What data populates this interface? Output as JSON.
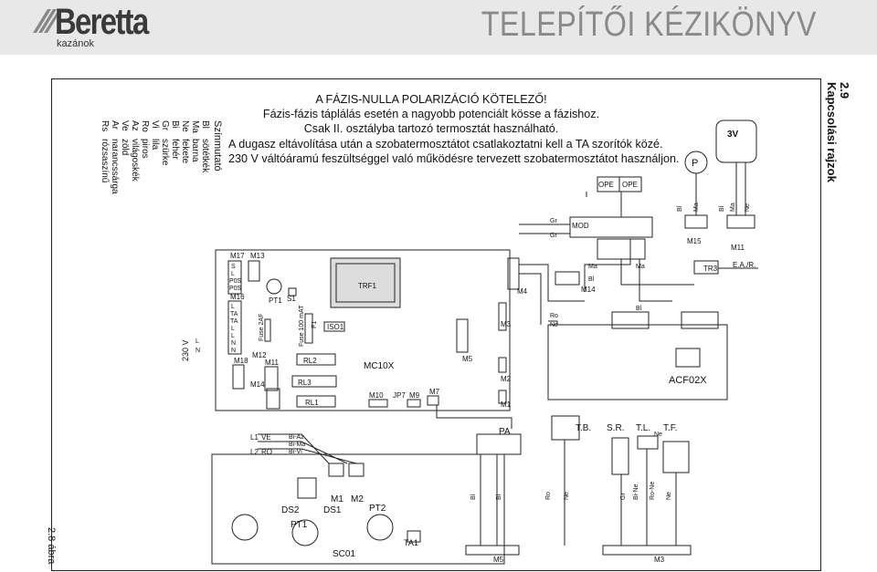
{
  "header": {
    "brand": "Beretta",
    "brand_sub": "kazánok",
    "manual_title": "TELEPÍTŐI KÉZIKÖNYV"
  },
  "section": {
    "number": "2.9",
    "title": "Kapcsolási rajzok"
  },
  "figure_label": "2.8 ábra",
  "legend": {
    "title": "Színmutató",
    "rows": [
      {
        "code": "Bl",
        "name": "sötétkék"
      },
      {
        "code": "Ma",
        "name": "barna"
      },
      {
        "code": "Ne",
        "name": "fekete"
      },
      {
        "code": "Bi",
        "name": "fehér"
      },
      {
        "code": "Gr",
        "name": "szürke"
      },
      {
        "code": "Vi",
        "name": "lila"
      },
      {
        "code": "Ro",
        "name": "piros"
      },
      {
        "code": "Az",
        "name": "világoskék"
      },
      {
        "code": "Ve",
        "name": "zöld"
      },
      {
        "code": "Ar",
        "name": "narancssárga"
      },
      {
        "code": "Rs",
        "name": "rózsaszínű"
      }
    ]
  },
  "warning": {
    "line1": "A FÁZIS-NULLA POLARIZÁCIÓ KÖTELEZŐ!",
    "line2": "Fázis-fázis táplálás esetén a nagyobb potenciált kösse a fázishoz.",
    "line3": "Csak II. osztályba tartozó termosztát használható.",
    "line4": "A dugasz eltávolítása után a szobatermosztátot csatlakoztatni kell a TA szorítók közé.",
    "line5": "230 V váltóáramú feszültséggel való működésre tervezett szobatermosztátot használjon."
  },
  "diagram": {
    "components": {
      "ope1": "OPE",
      "ope2": "OPE",
      "mod": "MOD",
      "p": "P",
      "v3": "3V",
      "m15": "M15",
      "m11": "M11",
      "m4": "M4",
      "m14": "M14",
      "m3": "M3",
      "tr3": "TR3",
      "ea": "E.A./R.",
      "trf1": "TRF1",
      "iso1": "ISO1",
      "mc10x": "MC10X",
      "rl1": "RL1",
      "rl2": "RL2",
      "rl3": "RL3",
      "m10": "M10",
      "jp7": "JP7",
      "m9": "M9",
      "m7": "M7",
      "m5": "M5",
      "m2": "M2",
      "m1": "M1",
      "m13": "M13",
      "m17": "M17",
      "m16": "M16",
      "m18": "M18",
      "m11b": "M11",
      "m12": "M12",
      "m14b": "M14",
      "pt1": "PT1",
      "s1": "S1",
      "fuse1": "Fuse 100 mAT",
      "f1": "F1",
      "fuse2": "Fuse 2AF",
      "v230": "230 V",
      "acf": "ACF02X",
      "tb": "T.B.",
      "sr": "S.R.",
      "tl": "T.L.",
      "tf": "T.F.",
      "pa": "PA",
      "ds1": "DS1",
      "ds2": "DS2",
      "pt1b": "PT1",
      "pt2": "PT2",
      "m1b": "M1",
      "m2b": "M2",
      "ta1": "TA1",
      "sc01": "SC01",
      "m5b": "M5",
      "m3b": "M3",
      "l1": "L1",
      "l1c": "VE",
      "l2": "L2",
      "l2c": "RO"
    },
    "wire_labels": {
      "bl1": "Bl",
      "ma1": "Ma",
      "bl2": "Bl",
      "ma2": "Ma",
      "ne1": "Ne",
      "gr1": "Gr",
      "gr2": "Gr",
      "ma3": "Ma",
      "bl3": "Bl",
      "ma4": "Ma",
      "bl4": "Bl",
      "ro1": "Ro",
      "ne2": "Ne",
      "ne3": "Ne",
      "biaz": "Bi-Az",
      "bima": "Bi-Ma",
      "bivi": "Bi-Vi",
      "bl5": "Bl",
      "bl6": "Bl",
      "ro2": "Ro",
      "ne4": "Ne",
      "gr3": "Gr",
      "bine": "Bi-Ne",
      "rone": "Ro-Ne",
      "ne5": "Ne"
    },
    "terminals": {
      "m17": [
        "S",
        "L",
        "P0S",
        "P0S"
      ],
      "m16": [
        "L",
        "TA",
        "TA",
        "L",
        "L",
        "N",
        "N"
      ],
      "v230": [
        "L",
        "N"
      ]
    }
  }
}
